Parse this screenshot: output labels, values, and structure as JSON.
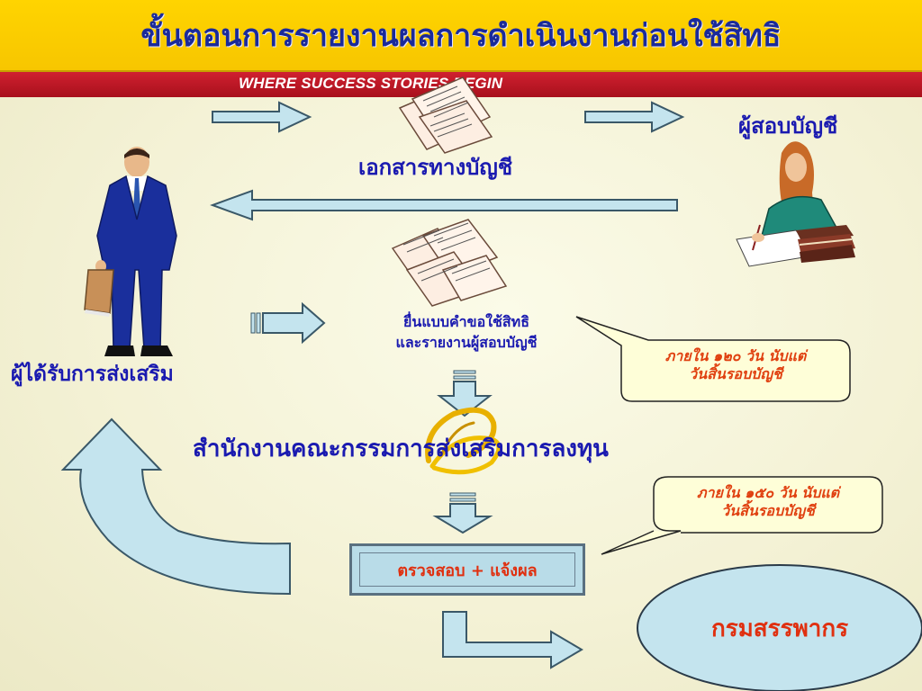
{
  "title": "ขั้นตอนการรายงานผลการดำเนินงานก่อนใช้สิทธิ",
  "slogan": "WHERE SUCCESS STORIES BEGIN",
  "labels": {
    "auditor": "ผู้สอบบัญชี",
    "accounting_docs": "เอกสารทางบัญชี",
    "promoted_person": "ผู้ได้รับการส่งเสริม",
    "submit_line1": "ยื่นแบบคำขอใช้สิทธิ",
    "submit_line2": "และรายงานผู้สอบบัญชี",
    "boi": "สำนักงานคณะกรรมการส่งเสริมการลงทุน",
    "check_notify": "ตรวจสอบ + แจ้งผล",
    "revenue_dept": "กรมสรรพากร"
  },
  "callouts": {
    "deadline_120_line1": "ภายใน ๑๒๐ วัน นับแต่",
    "deadline_120_line2": "วันสิ้นรอบบัญชี",
    "deadline_150_line1": "ภายใน ๑๕๐ วัน นับแต่",
    "deadline_150_line2": "วันสิ้นรอบบัญชี"
  },
  "colors": {
    "title_bg": "#ffd400",
    "title_text": "#1a2a9a",
    "slogan_bg": "#c01828",
    "label_text": "#1a1ab0",
    "callout_text": "#e04010",
    "arrow_fill": "#c4e4ee",
    "ellipse_fill": "#c4e4ee"
  }
}
